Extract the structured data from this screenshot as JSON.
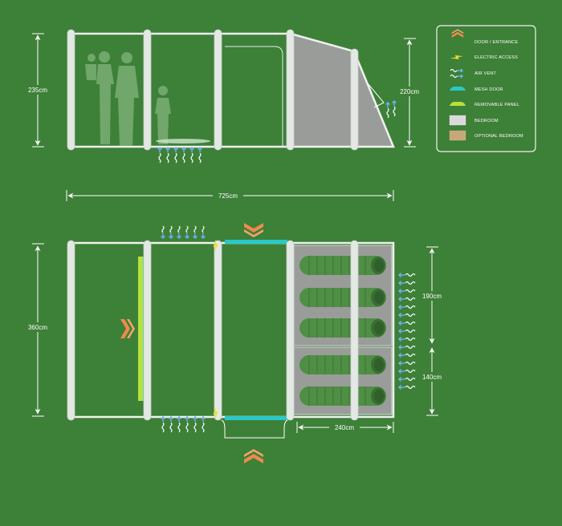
{
  "side_view": {
    "height_left": "235cm",
    "height_right": "220cm",
    "length": "725cm"
  },
  "floor_plan": {
    "width": "360cm",
    "bedroom_large": "190cm",
    "bedroom_small": "140cm",
    "bedroom_depth": "240cm"
  },
  "legend": {
    "items": [
      {
        "label": "DOOR / ENTRANCE",
        "icon": "chevron-icon",
        "color": "#f08a4b"
      },
      {
        "label": "ELECTRIC ACCESS",
        "icon": "lightning-icon",
        "color": "#e6e02a"
      },
      {
        "label": "AIR VENT",
        "icon": "air-vent-icon",
        "color": "#6fb0f0"
      },
      {
        "label": "MESH DOOR",
        "icon": "mesh-door-icon",
        "color": "#29c9c9"
      },
      {
        "label": "REMOVABLE PANEL",
        "icon": "removable-panel-icon",
        "color": "#b8e03a"
      },
      {
        "label": "BEDROOM",
        "icon": "bedroom-swatch-icon",
        "color": "#d8dadb"
      },
      {
        "label": "OPTIONAL BEDROOM",
        "icon": "optional-bedroom-swatch-icon",
        "color": "#c8a77a"
      }
    ]
  },
  "colors": {
    "background": "#3d8038",
    "bedroom": "#9a9c9a",
    "frame": "#eef2ee"
  }
}
